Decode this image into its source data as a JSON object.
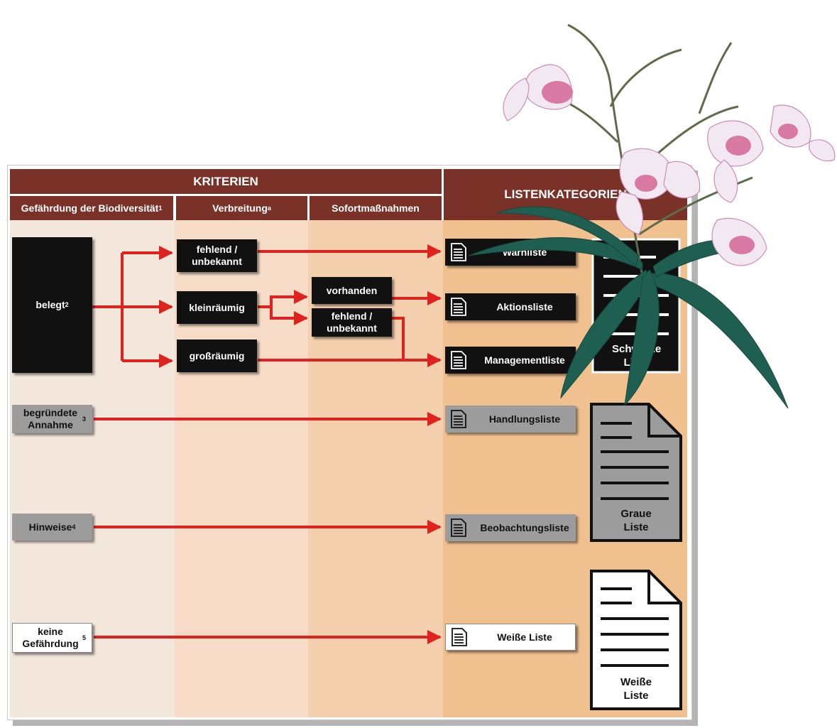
{
  "header": {
    "criteria": "KRITERIEN",
    "list_categories": "LISTENKATEGORIEN",
    "col_threat": "Gefährdung der Biodiversität",
    "col_threat_sup": "1",
    "col_spread": "Verbreitung",
    "col_spread_sup": "a",
    "col_measures": "Sofortmaßnahmen"
  },
  "threat": {
    "proven": "belegt",
    "proven_sup": "2",
    "assumed": "begründete Annahme",
    "assumed_sup": "3",
    "hints": "Hinweise",
    "hints_sup": "4",
    "none": "keine Gefährdung",
    "none_sup": "5"
  },
  "spread": {
    "absent": "fehlend / unbekannt",
    "local": "kleinräumig",
    "widespread": "großräumig"
  },
  "measures": {
    "available": "vorhanden",
    "absent": "fehlend / unbekannt"
  },
  "lists": {
    "warning": "Warnliste",
    "action": "Aktionsliste",
    "management": "Managementliste",
    "handling": "Handlungsliste",
    "observation": "Beobachtungsliste",
    "white": "Weiße Liste"
  },
  "big_docs": {
    "black": "Schwarze Liste",
    "grey": "Graue Liste",
    "white": "Weiße Liste"
  },
  "colors": {
    "header": "#7a3128",
    "arrow": "#e0221f",
    "col1": "#f3e6da",
    "col2": "#f6dcc6",
    "col3": "#f4cfad",
    "col4": "#f1c08f"
  },
  "icons": [
    "document-icon",
    "flower-image"
  ]
}
